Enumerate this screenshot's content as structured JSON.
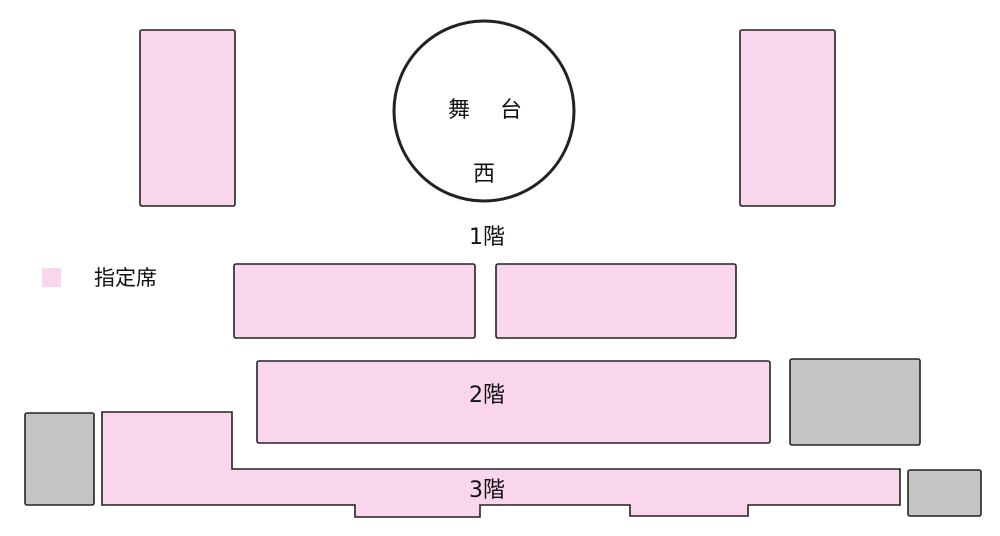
{
  "stage": {
    "label_left": "舞",
    "label_right": "台",
    "label_bottom": "西"
  },
  "floors": {
    "first": "1階",
    "second": "2階",
    "third": "3階"
  },
  "legend": {
    "reserved_label": "指定席",
    "reserved_color": "#f9d6ec"
  },
  "colors": {
    "reserved": "#f9d6ec",
    "unavailable": "#c4c4c4"
  }
}
